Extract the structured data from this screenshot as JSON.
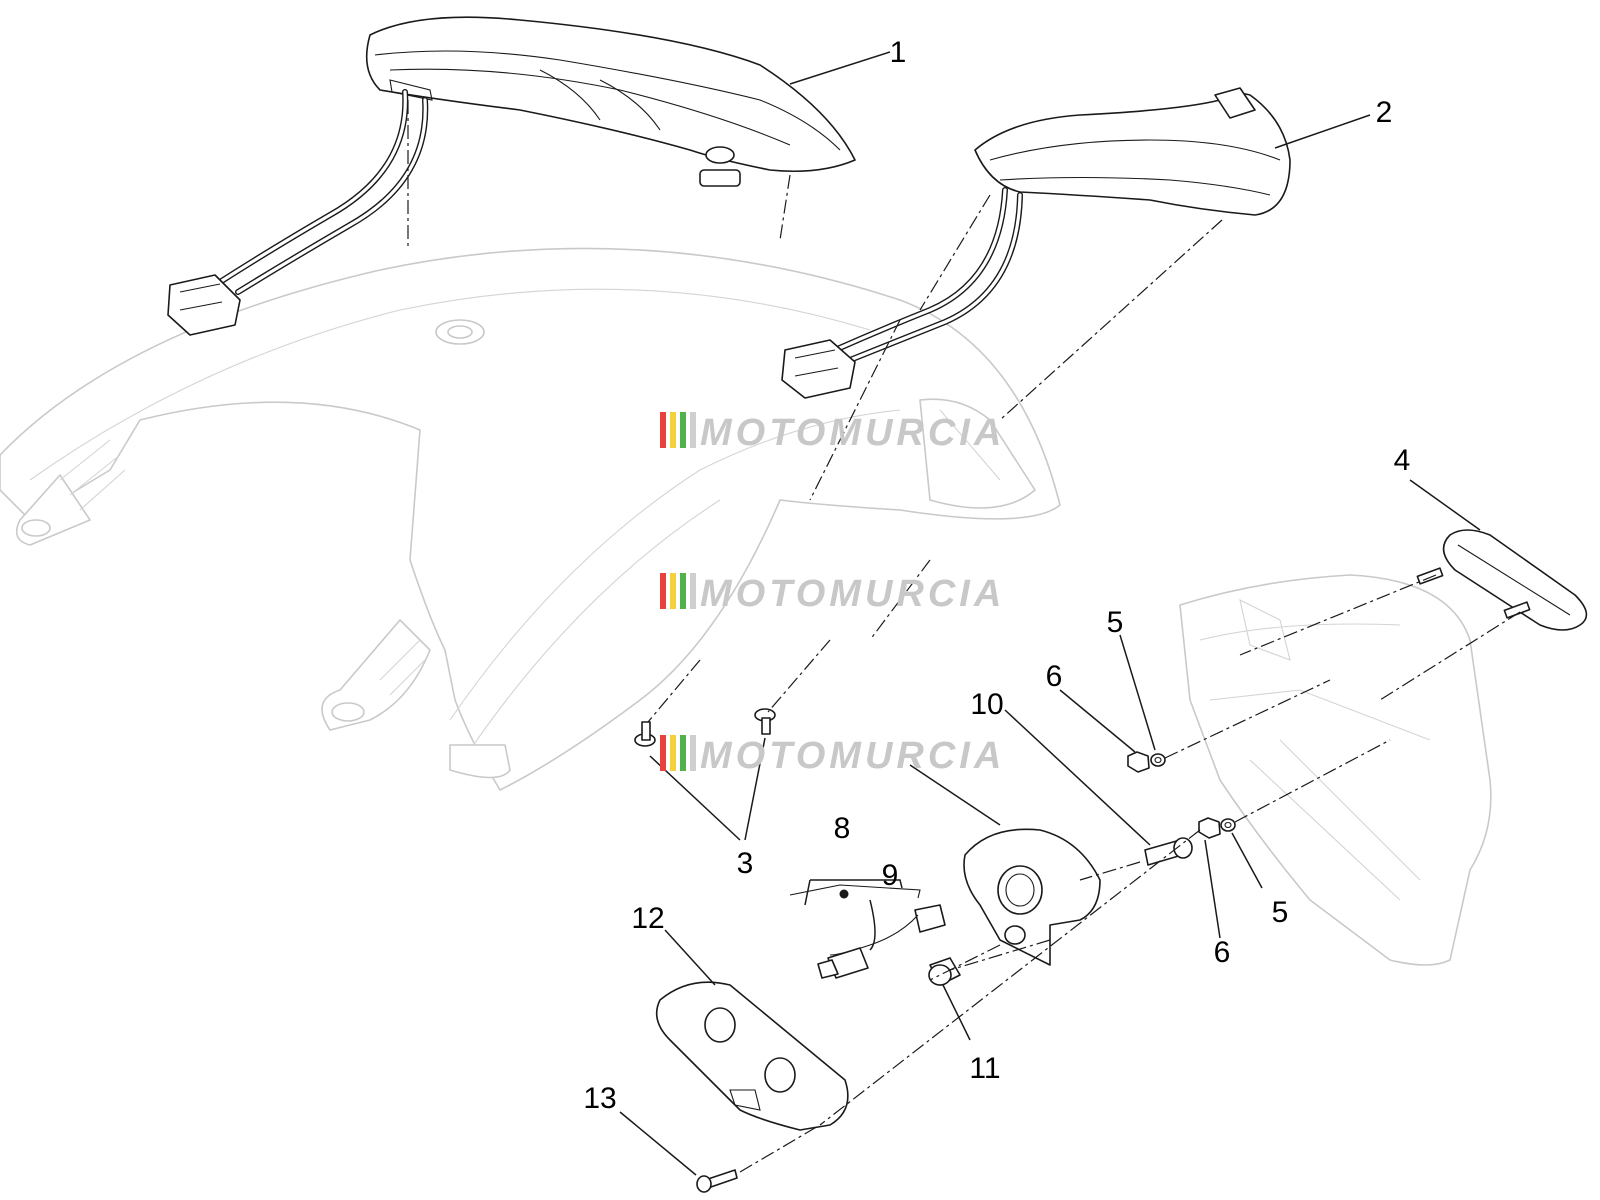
{
  "callouts": [
    {
      "label": "1"
    },
    {
      "label": "2"
    },
    {
      "label": "3"
    },
    {
      "label": "4"
    },
    {
      "label": "5"
    },
    {
      "label": "6"
    },
    {
      "label": "5"
    },
    {
      "label": "6"
    },
    {
      "label": "8"
    },
    {
      "label": "9"
    },
    {
      "label": "10"
    },
    {
      "label": "11"
    },
    {
      "label": "12"
    },
    {
      "label": "13"
    }
  ],
  "watermark": {
    "text": "MOTOMURCIA",
    "stripe_colors": [
      "#e9423c",
      "#f2d13a",
      "#4fb24a",
      "#cfcfcf"
    ],
    "text_color": "#c8c8c8"
  }
}
